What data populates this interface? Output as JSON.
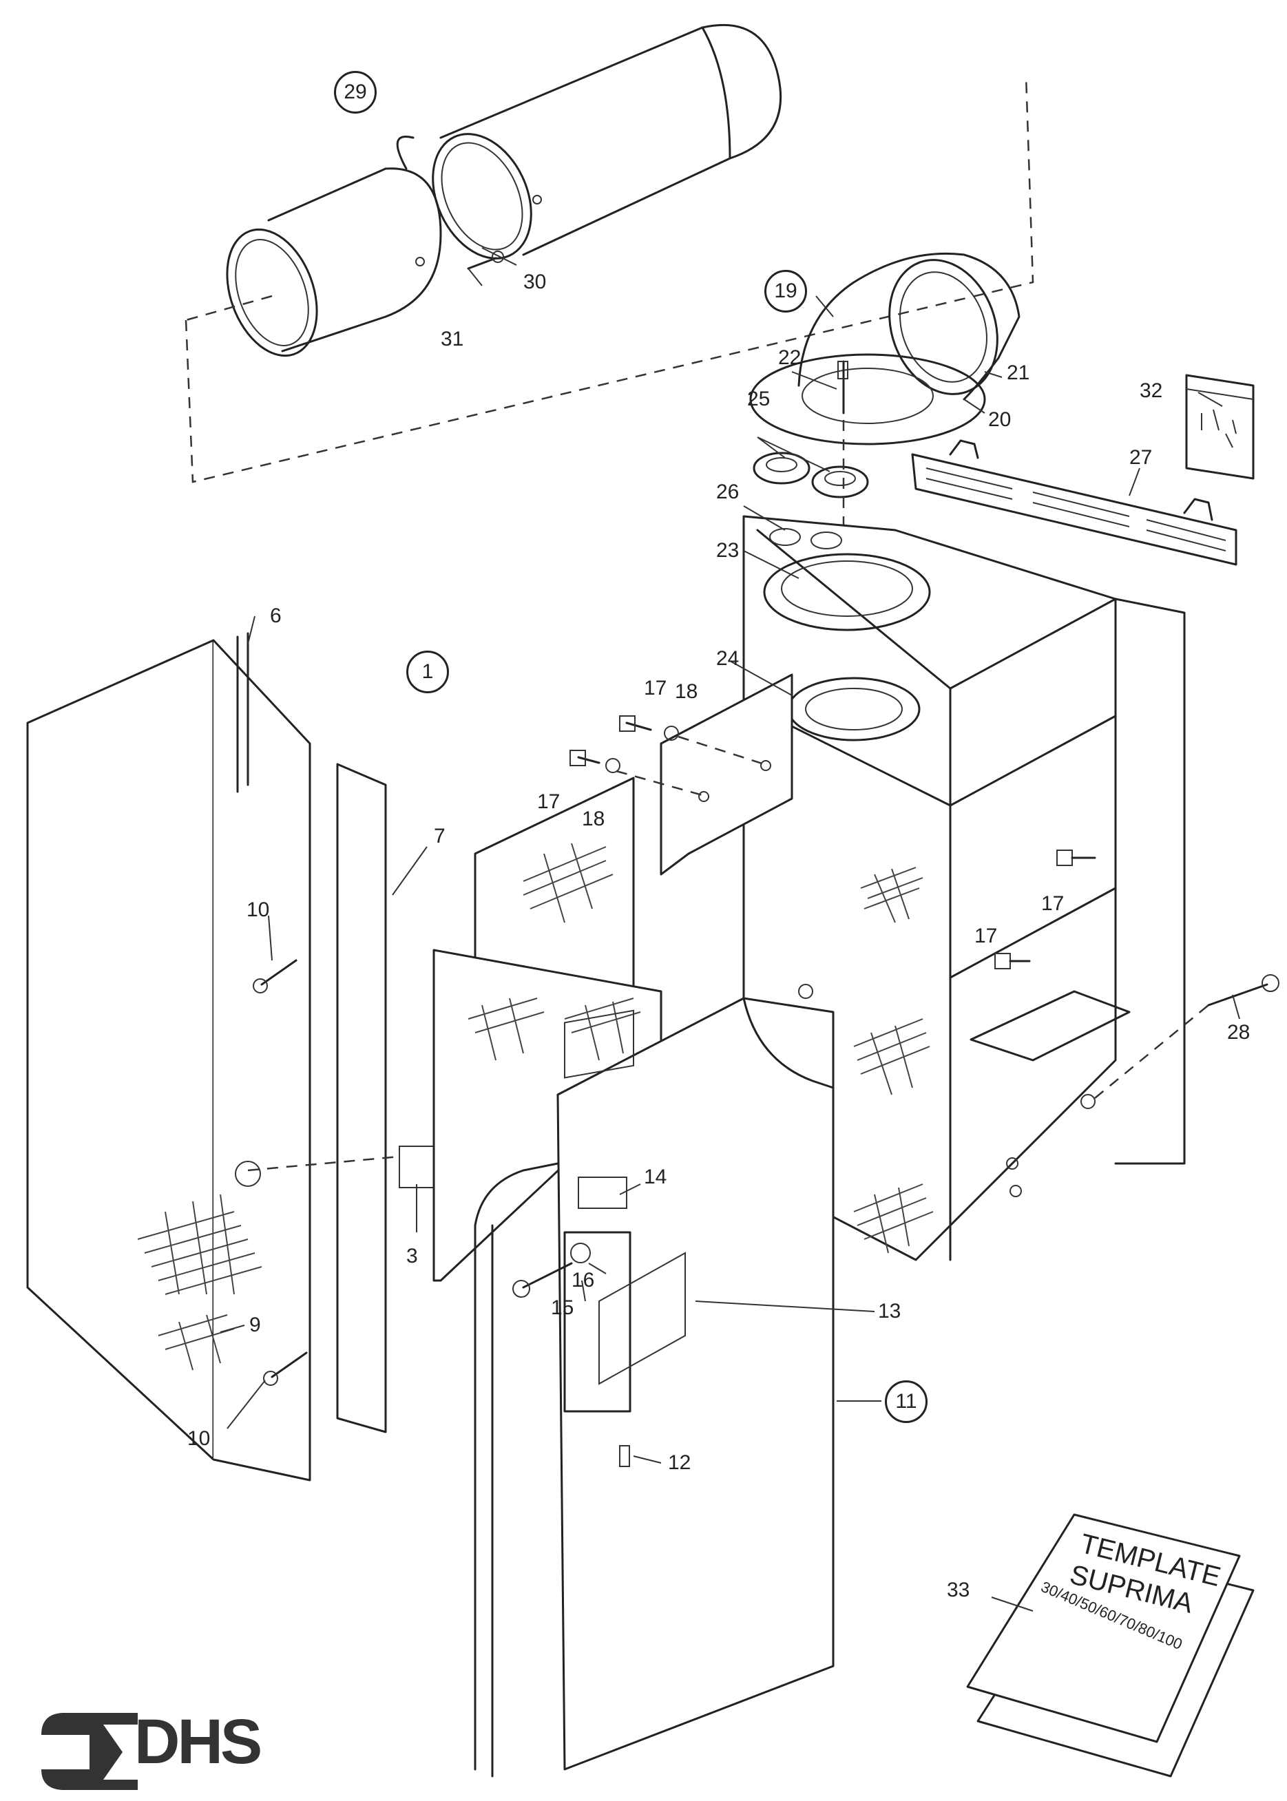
{
  "diagram": {
    "type": "exploded-parts-view",
    "subject": "wall-mounted boiler casing with flue assembly"
  },
  "callouts": {
    "c1": "1",
    "c3": "3",
    "c6": "6",
    "c7": "7",
    "c9": "9",
    "c10a": "10",
    "c10b": "10",
    "c11": "11",
    "c12": "12",
    "c13": "13",
    "c14": "14",
    "c15": "15",
    "c16": "16",
    "c17a": "17",
    "c17b": "17",
    "c17c": "17",
    "c17d": "17",
    "c18a": "18",
    "c18b": "18",
    "c19": "19",
    "c20": "20",
    "c21": "21",
    "c22": "22",
    "c23": "23",
    "c24": "24",
    "c25": "25",
    "c26": "26",
    "c27": "27",
    "c28": "28",
    "c29": "29",
    "c30": "30",
    "c31": "31",
    "c32": "32",
    "c33": "33"
  },
  "booklet": {
    "line1": "TEMPLATE",
    "line2": "SUPRIMA",
    "line3": "30/40/50/60/70/80/100"
  },
  "logo": {
    "text": "DHS",
    "icon": "arrow-bracket-icon"
  }
}
